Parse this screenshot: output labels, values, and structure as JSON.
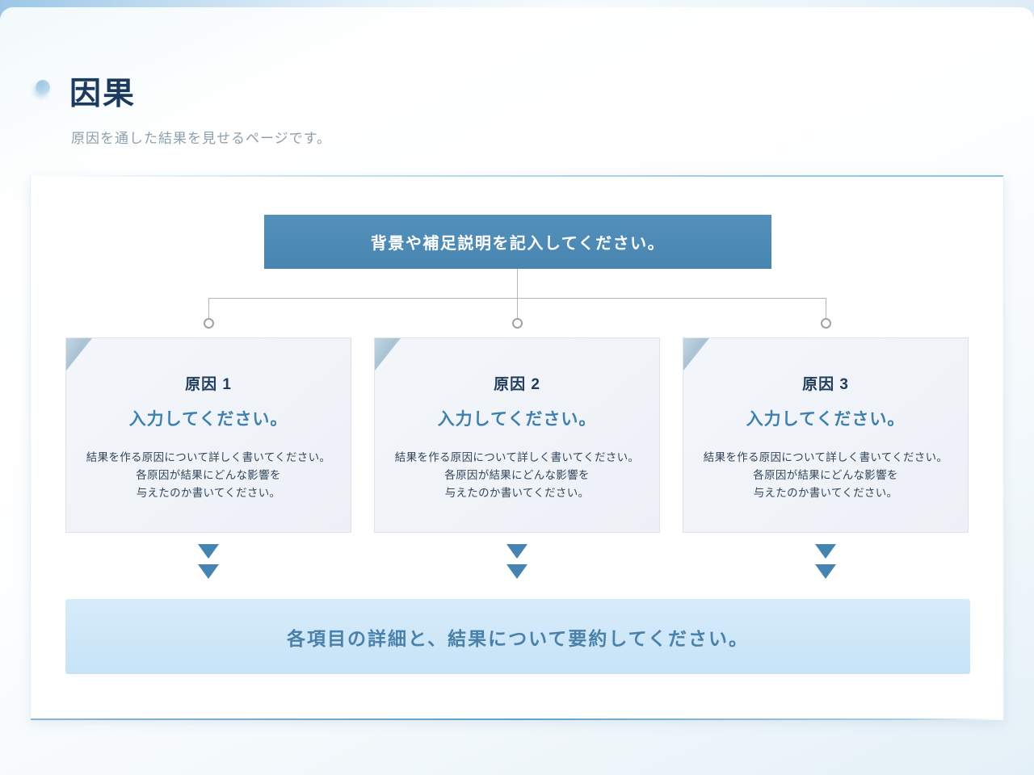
{
  "page": {
    "title": "因果",
    "subtitle": "原因を通した結果を見せるページです。"
  },
  "diagram": {
    "background_box_label": "背景や補足説明を記入してください。",
    "causes": [
      {
        "label": "原因 1",
        "placeholder": "入力してください。",
        "description": "結果を作る原因について詳しく書いてください。\n各原因が結果にどんな影響を\n与えたのか書いてください。"
      },
      {
        "label": "原因 2",
        "placeholder": "入力してください。",
        "description": "結果を作る原因について詳しく書いてください。\n各原因が結果にどんな影響を\n与えたのか書いてください。"
      },
      {
        "label": "原因 3",
        "placeholder": "入力してください。",
        "description": "結果を作る原因について詳しく書いてください。\n各原因が結果にどんな影響を\n与えたのか書いてください。"
      }
    ],
    "summary_box_label": "各項目の詳細と、結果について要約してください。"
  },
  "colors": {
    "accent_blue": "#4885b1",
    "arrow_blue": "#4584b0",
    "summary_light_blue": "#cde6f8",
    "title_navy": "#1c3a5e",
    "placeholder_blue": "#4080ad"
  }
}
